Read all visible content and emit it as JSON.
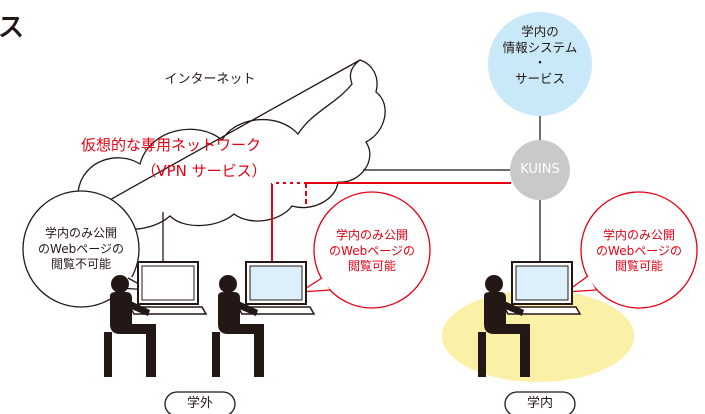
{
  "title_fragment": "ス",
  "internet_label": "インターネット",
  "vpn_label_line1": "仮想的な専用ネットワーク",
  "vpn_label_line2": "（VPN サービス）",
  "campus_services": "学内の\n情報システム\n・\nサービス",
  "kuins_label": "KUINS",
  "bubble_no_vpn": "学内のみ公開\nのWebページの\n閲覧不可能",
  "bubble_vpn": "学内のみ公開\nのWebページの\n閲覧可能",
  "bubble_oncampus": "学内のみ公開\nのWebページの\n閲覧可能",
  "tag_outside": "学外",
  "tag_inside": "学内",
  "colors": {
    "text": "#231815",
    "accent_red": "#e60012",
    "services_fill": "#c9e8f8",
    "kuins_fill": "#c8c9ca",
    "campus_fill": "#faf1a6",
    "screen_fill": "#dceffa",
    "person": "#231815"
  },
  "icons": [
    "cloud-outline",
    "person-at-laptop-icon"
  ]
}
